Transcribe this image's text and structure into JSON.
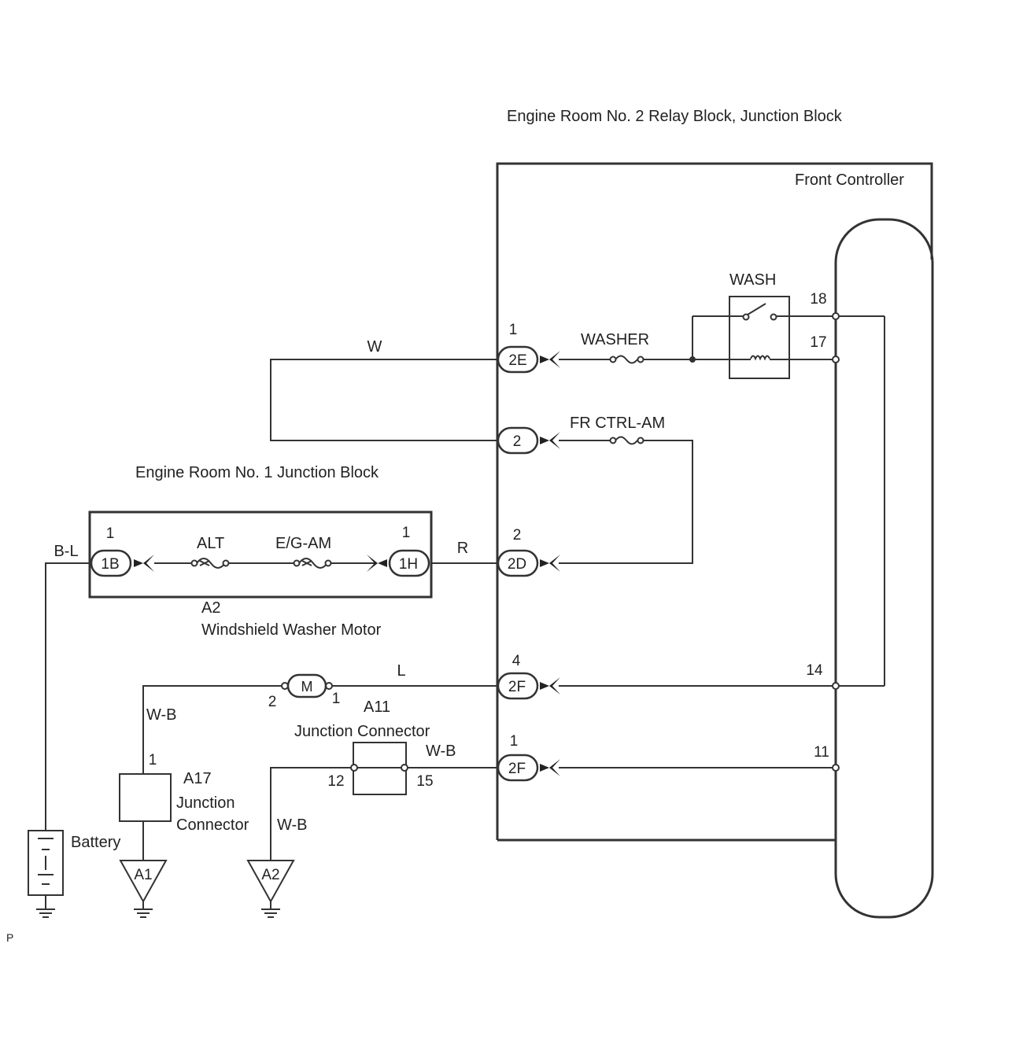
{
  "blocks": {
    "relay_block": "Engine Room No. 2 Relay Block, Junction Block",
    "front_controller": "Front Controller",
    "junction_block_1": "Engine Room No. 1 Junction Block"
  },
  "relays": {
    "wash": "WASH"
  },
  "fuses": {
    "washer": "WASHER",
    "fr_ctrl_am": "FR CTRL-AM",
    "alt": "ALT",
    "eg_am": "E/G-AM"
  },
  "connectors": {
    "c2e": "2E",
    "c2": "2",
    "c2d": "2D",
    "c2f_a": "2F",
    "c2f_b": "2F",
    "c1b": "1B",
    "c1h": "1H"
  },
  "pins": {
    "p2e": "1",
    "p2d": "2",
    "p2f_a": "4",
    "p2f_b": "1",
    "p1b": "1",
    "p1h": "1",
    "p18": "18",
    "p17": "17",
    "p14": "14",
    "p11": "11",
    "motor_left": "2",
    "motor_right": "1",
    "a17_pin": "1",
    "a11_left": "12",
    "a11_right": "15"
  },
  "wires": {
    "w": "W",
    "r": "R",
    "bl": "B-L",
    "l": "L",
    "wb_a17": "W-B",
    "wb_a11": "W-B",
    "wb_a2": "W-B"
  },
  "components": {
    "a2_code": "A2",
    "a2_name": "Windshield Washer Motor",
    "motor_symbol": "M",
    "a11_code": "A11",
    "a11_name": "Junction Connector",
    "a17_code": "A17",
    "a17_name_1": "Junction",
    "a17_name_2": "Connector",
    "battery": "Battery"
  },
  "grounds": {
    "a1": "A1",
    "a2": "A2"
  },
  "footer": {
    "letter": "P"
  }
}
